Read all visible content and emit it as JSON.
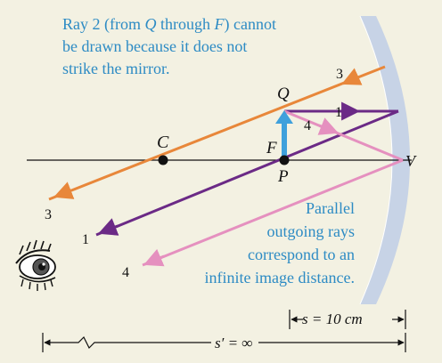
{
  "caption_top": {
    "line1_pre": "Ray 2 (from ",
    "line1_q": "Q",
    "line1_mid": " through ",
    "line1_f": "F",
    "line1_post": ") cannot",
    "line2": "be drawn because it does not",
    "line3": "strike the mirror."
  },
  "caption_right": {
    "line1": "Parallel",
    "line2": "outgoing rays",
    "line3": "correspond to an",
    "line4": "infinite image distance."
  },
  "points": {
    "center": "C",
    "focus": "F",
    "object_base": "P",
    "object_tip": "Q",
    "vertex": "V"
  },
  "ray_labels": {
    "ray1": "1",
    "ray3": "3",
    "ray4": "4"
  },
  "distances": {
    "s": "s = 10 cm",
    "s_prime": "s′ = ∞"
  },
  "colors": {
    "ray1": "#6b2a86",
    "ray3": "#e8873a",
    "ray4": "#e590bf",
    "object_arrow": "#3ea0dc",
    "mirror": "#c7d3e6",
    "background": "#f3f1e2",
    "caption": "#2d8bc4"
  },
  "icons": [
    "eye-icon",
    "arrow-icon"
  ]
}
